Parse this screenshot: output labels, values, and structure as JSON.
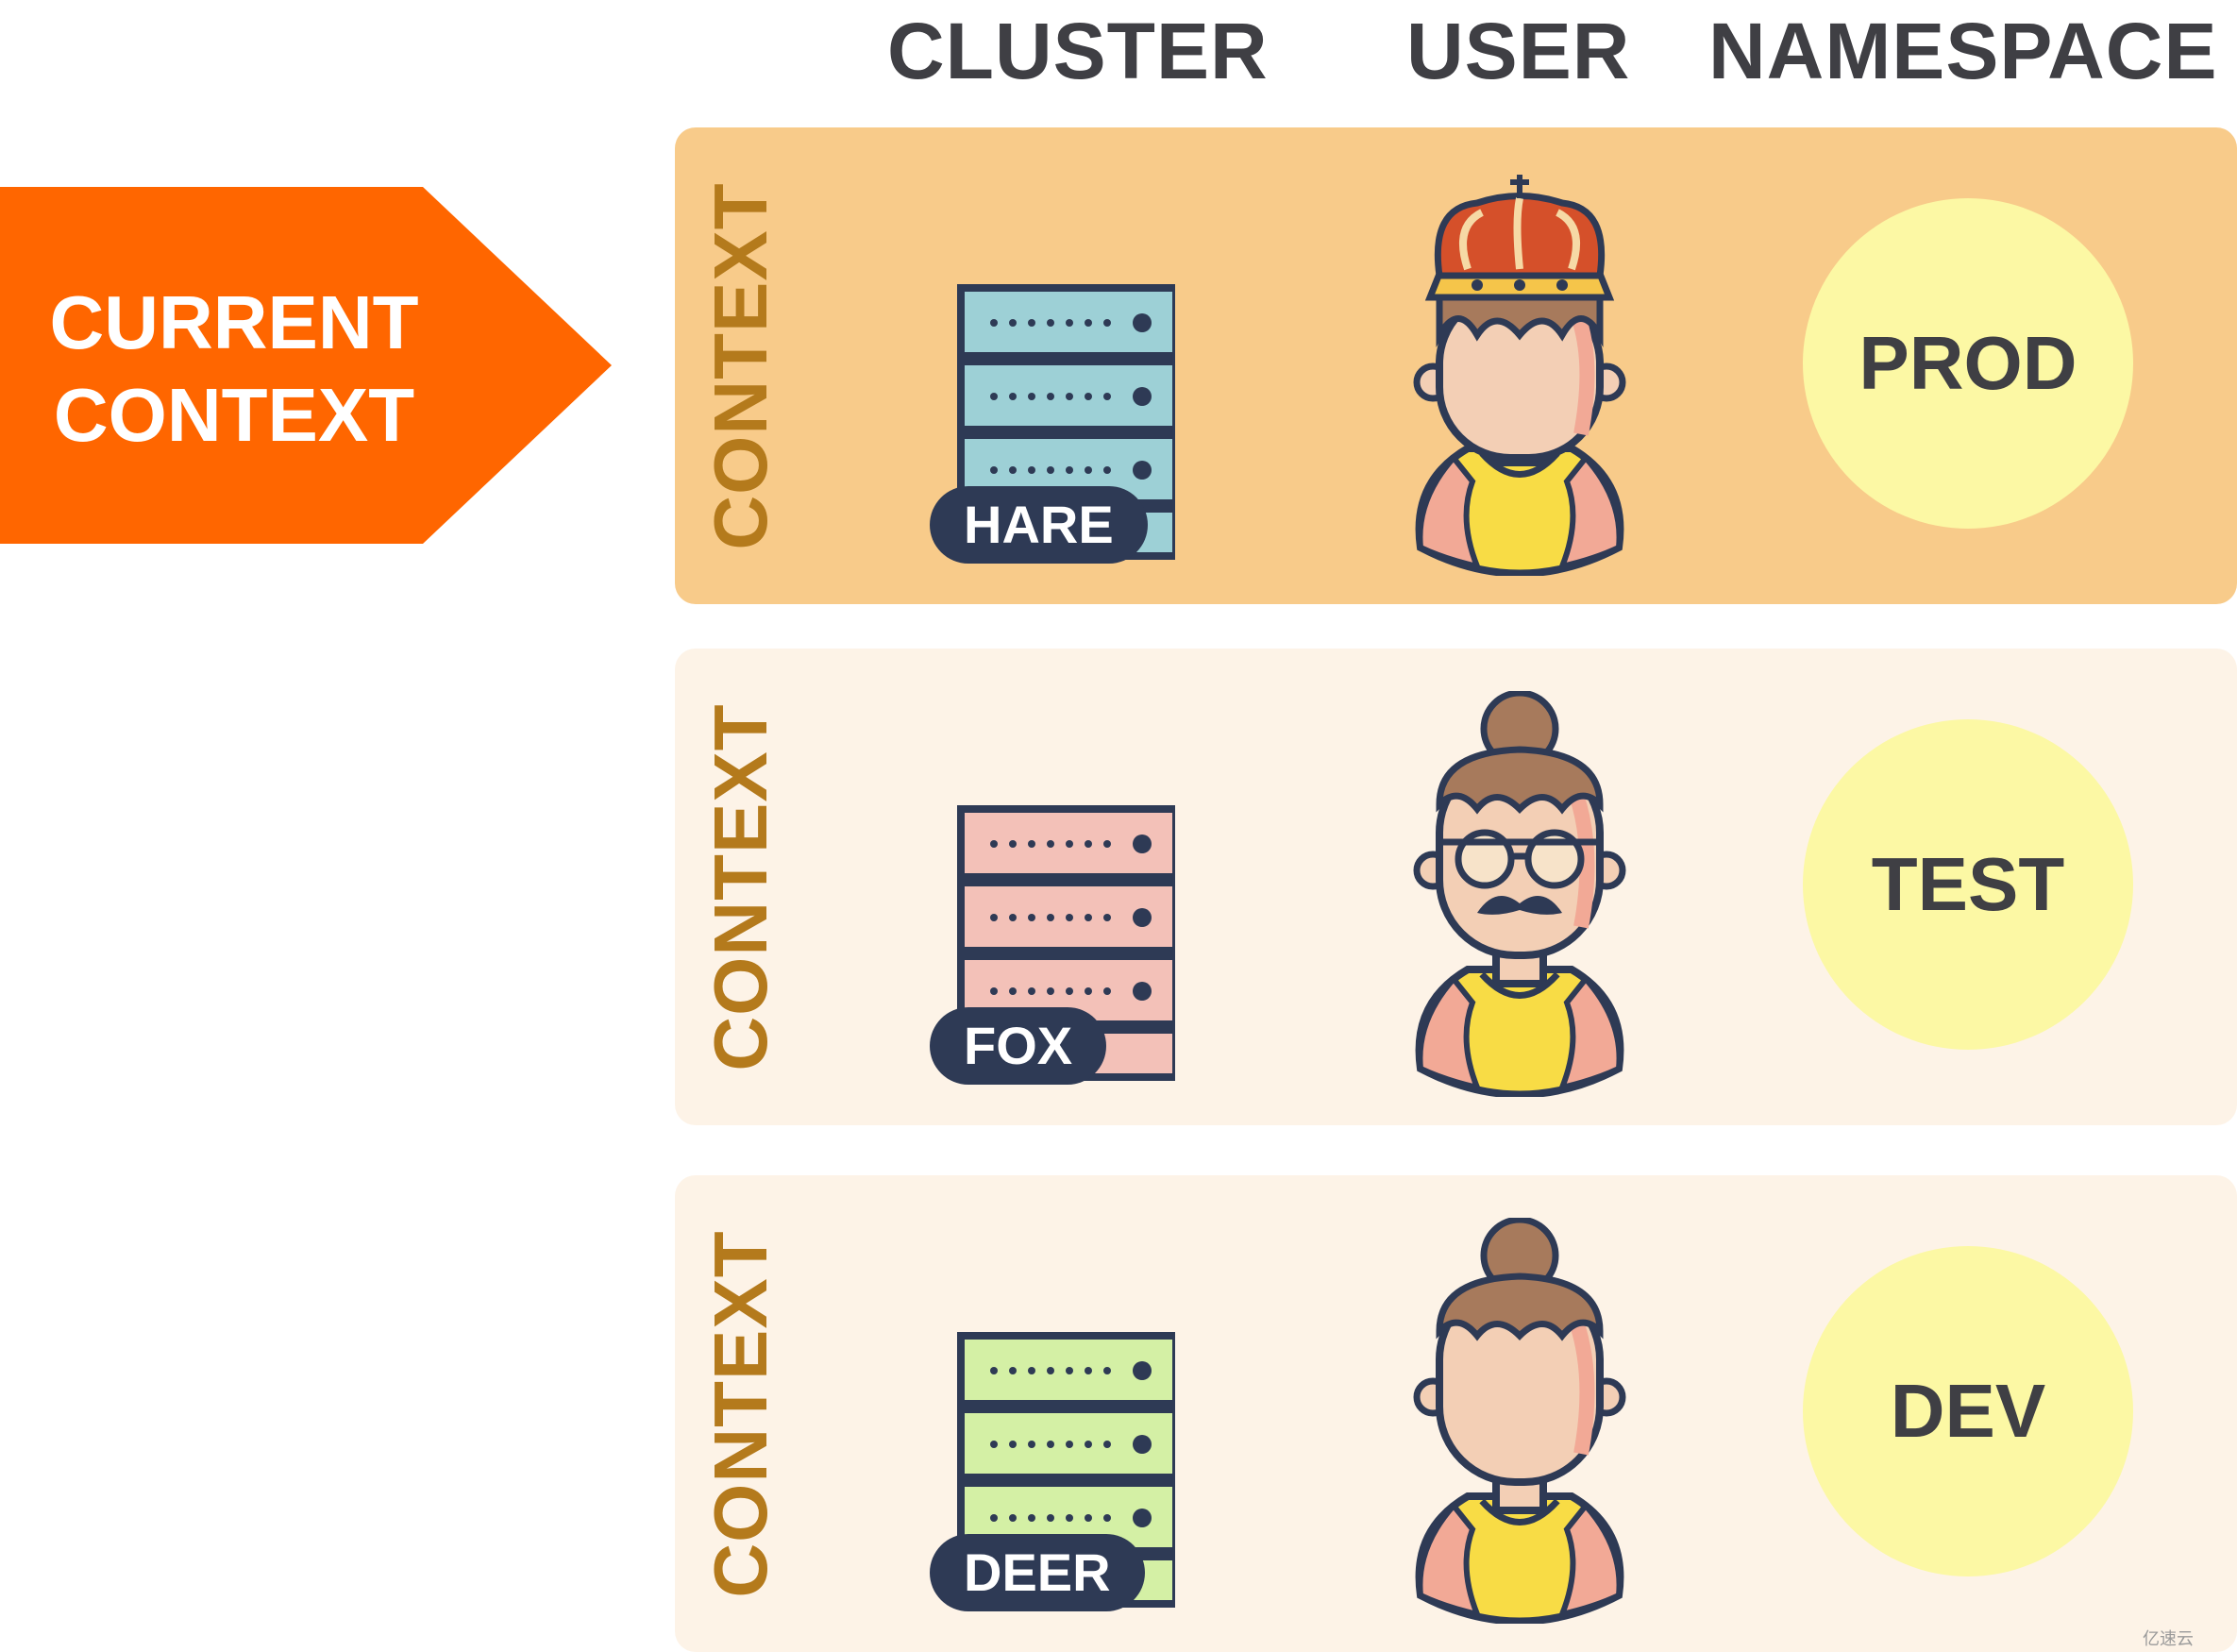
{
  "headers": {
    "cluster": "CLUSTER",
    "user": "USER",
    "namespace": "NAMESPACE"
  },
  "current_context": {
    "line1": "CURRENT",
    "line2": "CONTEXT",
    "color": "#ff6600"
  },
  "contexts": [
    {
      "label": "CONTEXT",
      "active": true,
      "cluster": "HARE",
      "cluster_color": "#9dd0d6",
      "user_icon": "king-avatar-icon",
      "namespace": "PROD"
    },
    {
      "label": "CONTEXT",
      "active": false,
      "cluster": "FOX",
      "cluster_color": "#f3c1b8",
      "user_icon": "hipster-avatar-icon",
      "namespace": "TEST"
    },
    {
      "label": "CONTEXT",
      "active": false,
      "cluster": "DEER",
      "cluster_color": "#d4f0a5",
      "user_icon": "bun-avatar-icon",
      "namespace": "DEV"
    }
  ],
  "colors": {
    "active_row": "#f8cb8a",
    "inactive_row": "#fdf3e7",
    "namespace_circle": "#fcf8a4",
    "context_label": "#b47a1c"
  },
  "watermark": "亿速云"
}
